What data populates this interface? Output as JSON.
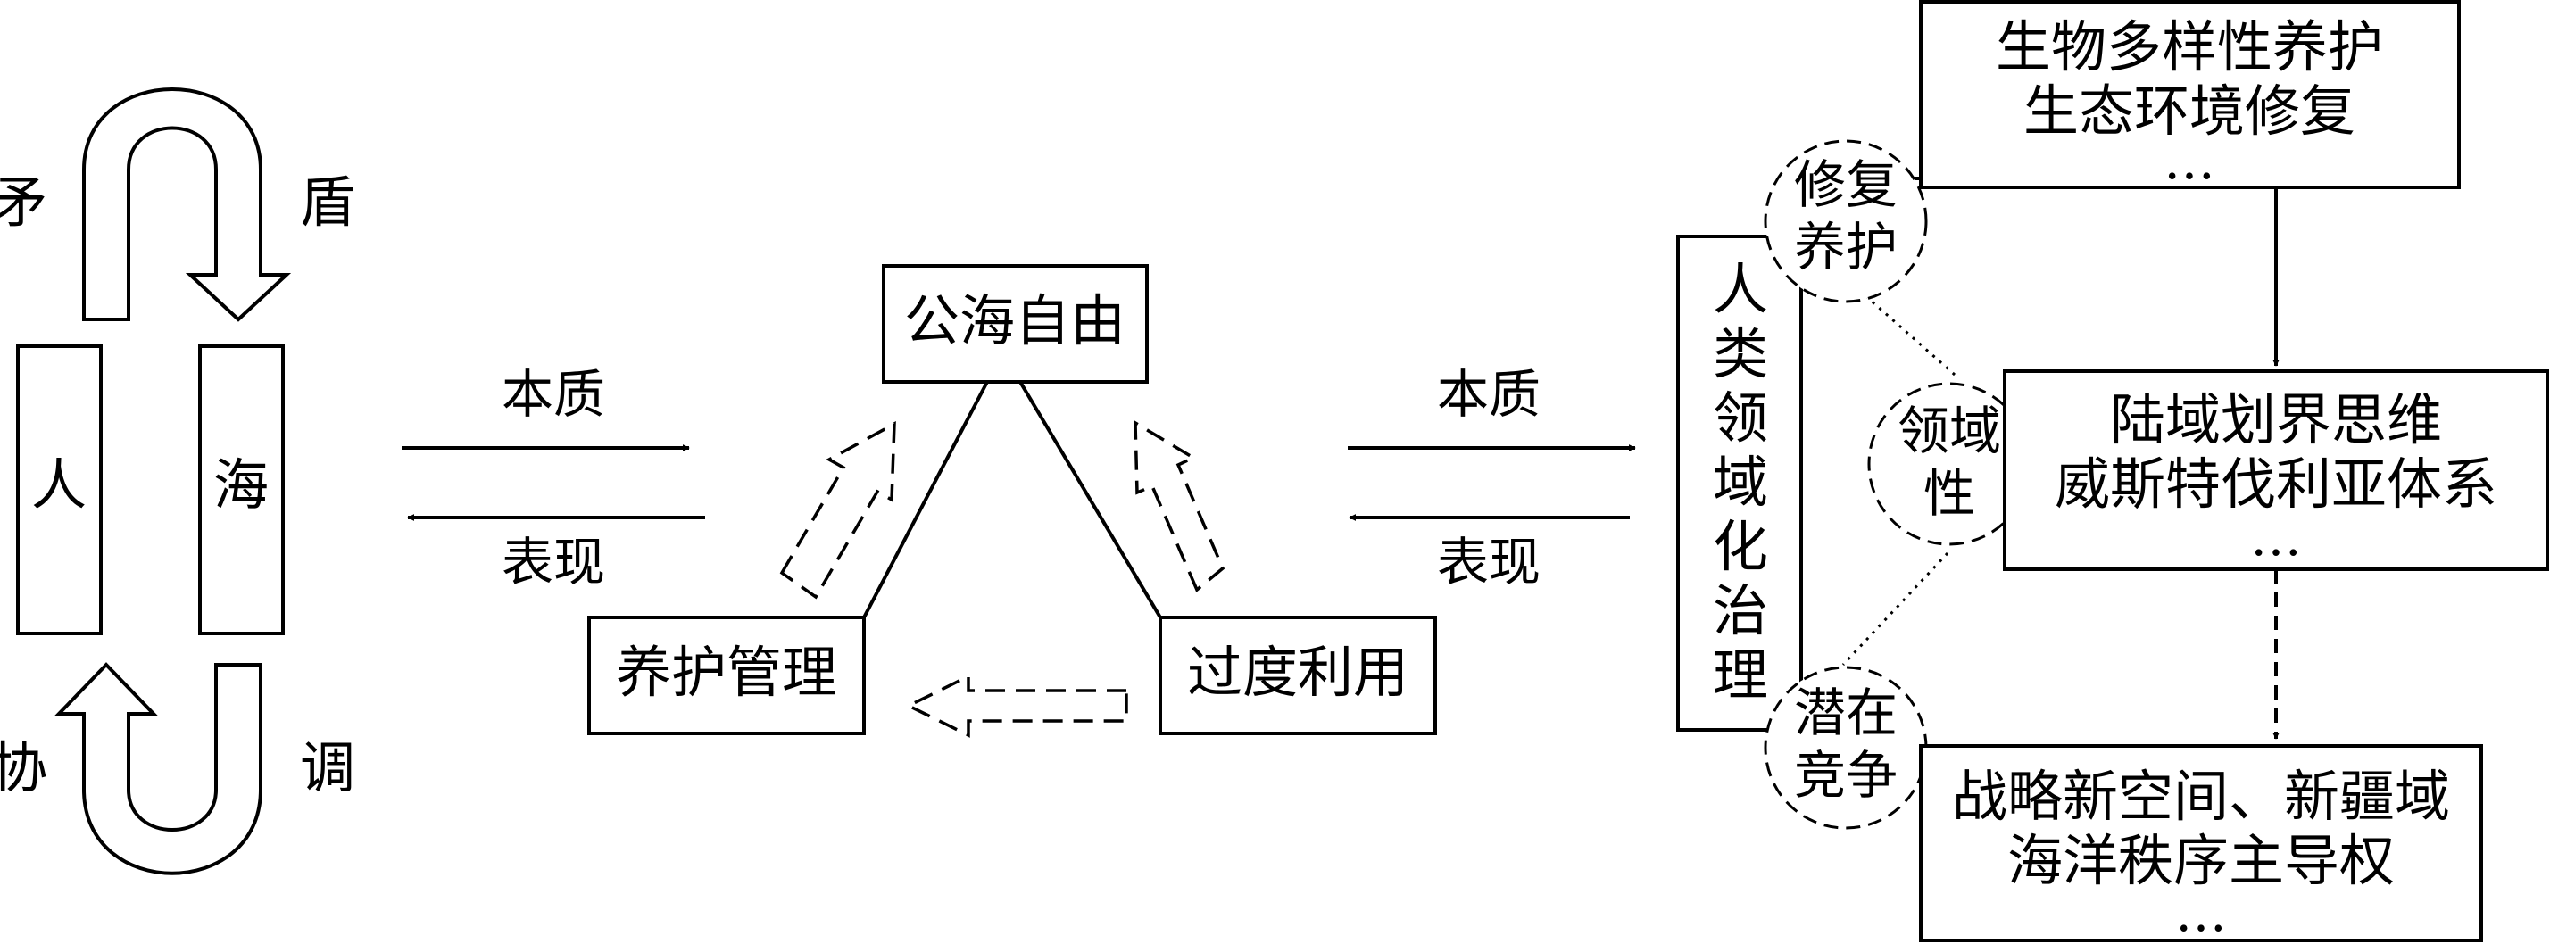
{
  "left": {
    "human": "人",
    "sea": "海",
    "top_left": "矛",
    "top_right": "盾",
    "bottom_left": "协",
    "bottom_right": "调"
  },
  "arrows_left": {
    "top": "本质",
    "bottom": "表现"
  },
  "triangle": {
    "top": "公海自由",
    "left": "养护管理",
    "right": "过度利用"
  },
  "arrows_right": {
    "top": "本质",
    "bottom": "表现"
  },
  "vertical": [
    "人",
    "类",
    "领",
    "域",
    "化",
    "治",
    "理"
  ],
  "circles": {
    "repair": [
      "修复",
      "养护"
    ],
    "territory": [
      "领域",
      "性"
    ],
    "competition": [
      "潜在",
      "竞争"
    ]
  },
  "boxes": {
    "top": [
      "生物多样性养护",
      "生态环境修复",
      "…"
    ],
    "middle": [
      "陆域划界思维",
      "威斯特伐利亚体系",
      "…"
    ],
    "bottom": [
      "战略新空间、新疆域",
      "海洋秩序主导权",
      "…"
    ]
  }
}
